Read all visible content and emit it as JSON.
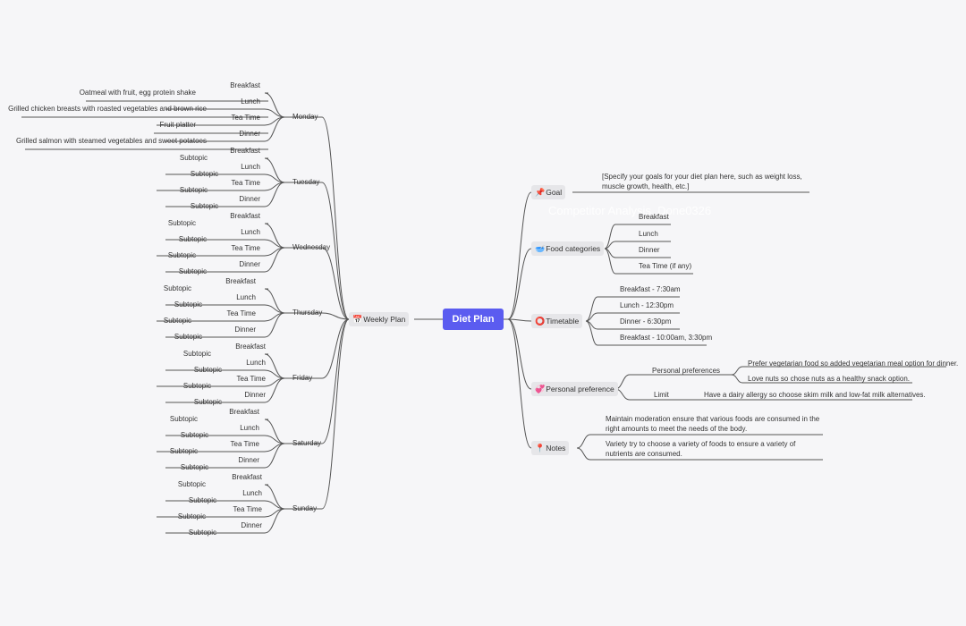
{
  "root": {
    "label": "Diet Plan"
  },
  "watermark": "Competitor Analysis_Done0326",
  "weekly": {
    "label": "Weekly Plan",
    "icon": "calendar-icon",
    "days": [
      {
        "name": "Monday",
        "meals": [
          {
            "meal": "Breakfast",
            "detail": "Oatmeal with fruit, egg protein shake"
          },
          {
            "meal": "Lunch",
            "detail": "Grilled chicken breasts with roasted vegetables and brown rice"
          },
          {
            "meal": "Tea Time",
            "detail": "Fruit platter"
          },
          {
            "meal": "Dinner",
            "detail": "Grilled salmon with steamed vegetables and sweet potatoes"
          }
        ]
      },
      {
        "name": "Tuesday",
        "meals": [
          {
            "meal": "Breakfast",
            "detail": "Subtopic"
          },
          {
            "meal": "Lunch",
            "detail": "Subtopic"
          },
          {
            "meal": "Tea Time",
            "detail": "Subtopic"
          },
          {
            "meal": "Dinner",
            "detail": "Subtopic"
          }
        ]
      },
      {
        "name": "Wednesday",
        "meals": [
          {
            "meal": "Breakfast",
            "detail": "Subtopic"
          },
          {
            "meal": "Lunch",
            "detail": "Subtopic"
          },
          {
            "meal": "Tea Time",
            "detail": "Subtopic"
          },
          {
            "meal": "Dinner",
            "detail": "Subtopic"
          }
        ]
      },
      {
        "name": "Thursday",
        "meals": [
          {
            "meal": "Breakfast",
            "detail": "Subtopic"
          },
          {
            "meal": "Lunch",
            "detail": "Subtopic"
          },
          {
            "meal": "Tea Time",
            "detail": "Subtopic"
          },
          {
            "meal": "Dinner",
            "detail": "Subtopic"
          }
        ]
      },
      {
        "name": "Friday",
        "meals": [
          {
            "meal": "Breakfast",
            "detail": "Subtopic"
          },
          {
            "meal": "Lunch",
            "detail": "Subtopic"
          },
          {
            "meal": "Tea Time",
            "detail": "Subtopic"
          },
          {
            "meal": "Dinner",
            "detail": "Subtopic"
          }
        ]
      },
      {
        "name": "Saturday",
        "meals": [
          {
            "meal": "Breakfast",
            "detail": "Subtopic"
          },
          {
            "meal": "Lunch",
            "detail": "Subtopic"
          },
          {
            "meal": "Tea Time",
            "detail": "Subtopic"
          },
          {
            "meal": "Dinner",
            "detail": "Subtopic"
          }
        ]
      },
      {
        "name": "Sunday",
        "meals": [
          {
            "meal": "Breakfast",
            "detail": "Subtopic"
          },
          {
            "meal": "Lunch",
            "detail": "Subtopic"
          },
          {
            "meal": "Tea Time",
            "detail": "Subtopic"
          },
          {
            "meal": "Dinner",
            "detail": "Subtopic"
          }
        ]
      }
    ]
  },
  "right": {
    "goal": {
      "label": "Goal",
      "icon": "pushpin-icon",
      "text": "[Specify your goals for your diet plan here, such as weight loss, muscle growth, health, etc.]"
    },
    "food": {
      "label": "Food categories",
      "icon": "food-bowl-icon",
      "items": [
        "Breakfast",
        "Lunch",
        "Dinner",
        "Tea Time (if any)"
      ]
    },
    "timetable": {
      "label": "Timetable",
      "icon": "clock-icon",
      "items": [
        "Breakfast - 7:30am",
        "Lunch - 12:30pm",
        "Dinner - 6:30pm",
        "Breakfast - 10:00am, 3:30pm"
      ]
    },
    "preference": {
      "label": "Personal preference",
      "icon": "heart-icon",
      "groups": [
        {
          "label": "Personal preferences",
          "items": [
            "Prefer vegetarian food so added vegetarian meal option for dinner.",
            "Love nuts so chose nuts as a healthy snack option."
          ]
        },
        {
          "label": "Limit",
          "items": [
            "Have a dairy allergy so choose skim milk and low-fat milk alternatives."
          ]
        }
      ]
    },
    "notes": {
      "label": "Notes",
      "icon": "note-icon",
      "items": [
        "Maintain moderation ensure that various foods are consumed in the right amounts to meet the needs of the body.",
        "Variety try to choose a variety of foods to ensure a variety of nutrients are consumed."
      ]
    }
  }
}
